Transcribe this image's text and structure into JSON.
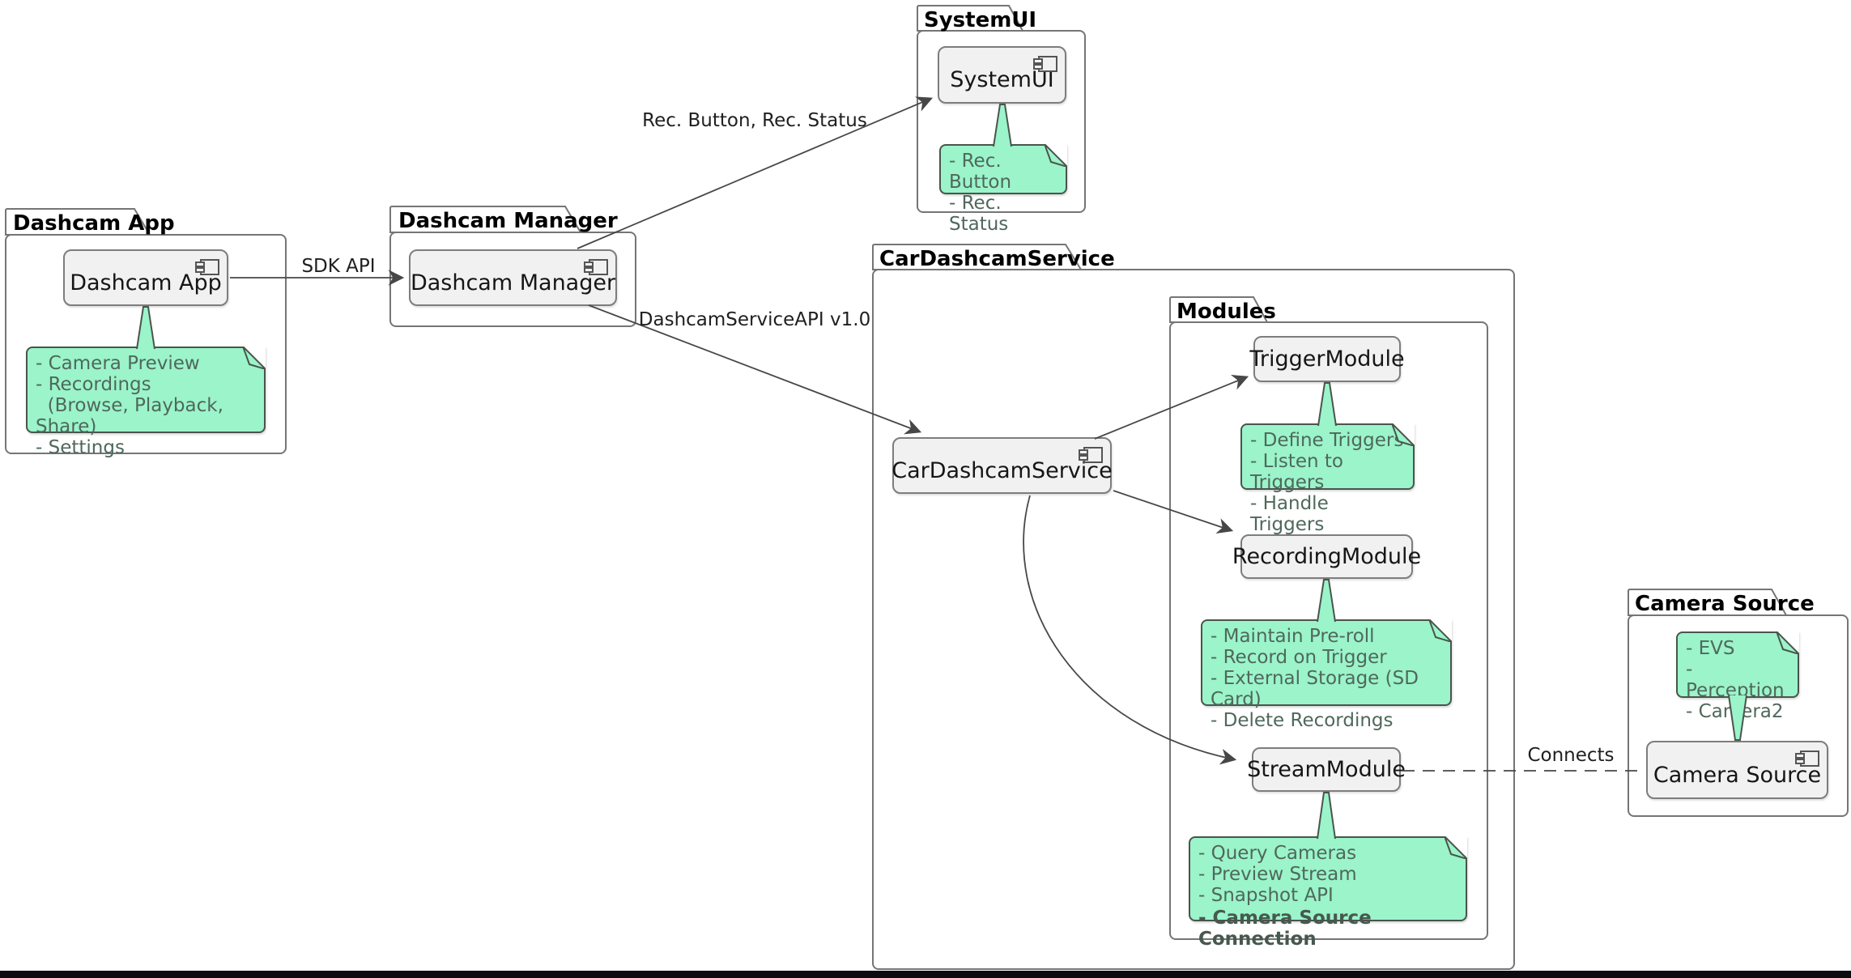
{
  "diagram": {
    "packages": {
      "dashcam_app": {
        "title": "Dashcam App",
        "component": "Dashcam App",
        "note": "- Camera Preview\n- Recordings\n  (Browse, Playback, Share)\n- Settings"
      },
      "dashcam_manager": {
        "title": "Dashcam Manager",
        "component": "Dashcam Manager"
      },
      "systemui": {
        "title": "SystemUI",
        "component": "SystemUI",
        "note": "- Rec. Button\n- Rec. Status"
      },
      "car_dashcam_service": {
        "title": "CarDashcamService",
        "component": "CarDashcamService"
      },
      "modules": {
        "title": "Modules"
      },
      "camera_source": {
        "title": "Camera Source",
        "component": "Camera Source",
        "note": "- EVS\n- Perception\n- Camera2"
      }
    },
    "modules": {
      "trigger": {
        "component": "TriggerModule",
        "note": "- Define Triggers\n- Listen to Triggers\n- Handle Triggers"
      },
      "recording": {
        "component": "RecordingModule",
        "note": "- Maintain Pre-roll\n- Record on Trigger\n- External Storage (SD Card)\n- Delete Recordings"
      },
      "stream": {
        "component": "StreamModule",
        "note": "- Query Cameras\n- Preview Stream\n- Snapshot API",
        "note_bold": "- Camera Source Connection"
      }
    },
    "edges": {
      "sdk_api": "SDK API",
      "rec": "Rec. Button, Rec. Status",
      "service_api": "DashcamServiceAPI v1.0",
      "connects": "Connects"
    },
    "colors": {
      "note_fill": "#9BF4CA",
      "note_border": "#4A544C",
      "note_text": "#4F685C",
      "component_fill": "#F1F1F1",
      "component_border": "#7D7D7D",
      "package_border": "#757575",
      "line": "#474747",
      "bottom_bar": "#0b0b10"
    }
  }
}
